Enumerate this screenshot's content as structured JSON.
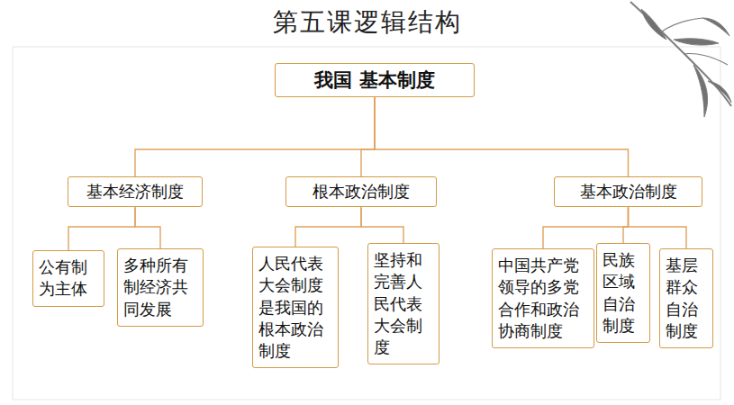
{
  "diagram": {
    "title": "第五课逻辑结构",
    "nodes": [
      {
        "text": [
          "我国 基本制度"
        ]
      },
      {
        "text": [
          "基本经济制度"
        ]
      },
      {
        "text": [
          "公有制为主体"
        ]
      },
      {
        "text": [
          "多种所有制经济共同发展"
        ]
      },
      {
        "text": [
          "根本政治制度"
        ]
      },
      {
        "text": [
          "人民代表大会制度是我国的根本政治制度"
        ]
      },
      {
        "text": [
          "坚持和完善人民代表大会制度"
        ]
      },
      {
        "text": [
          "基本政治制度"
        ]
      },
      {
        "text": [
          "中国共产党领导的多党合作和政治协商制度"
        ]
      },
      {
        "text": [
          "民族区域自治制度"
        ]
      },
      {
        "text": [
          "基层群众自治制度"
        ]
      }
    ],
    "edges": [
      {
        "from": 0,
        "to": 1,
        "arrow": "none"
      },
      {
        "from": 0,
        "to": 4,
        "arrow": "none"
      },
      {
        "from": 0,
        "to": 7,
        "arrow": "none"
      },
      {
        "from": 1,
        "to": 2,
        "arrow": "none"
      },
      {
        "from": 1,
        "to": 3,
        "arrow": "none"
      },
      {
        "from": 4,
        "to": 5,
        "arrow": "none"
      },
      {
        "from": 4,
        "to": 6,
        "arrow": "none"
      },
      {
        "from": 7,
        "to": 8,
        "arrow": "none"
      },
      {
        "from": 7,
        "to": 9,
        "arrow": "none"
      },
      {
        "from": 7,
        "to": 10,
        "arrow": "none"
      }
    ]
  }
}
